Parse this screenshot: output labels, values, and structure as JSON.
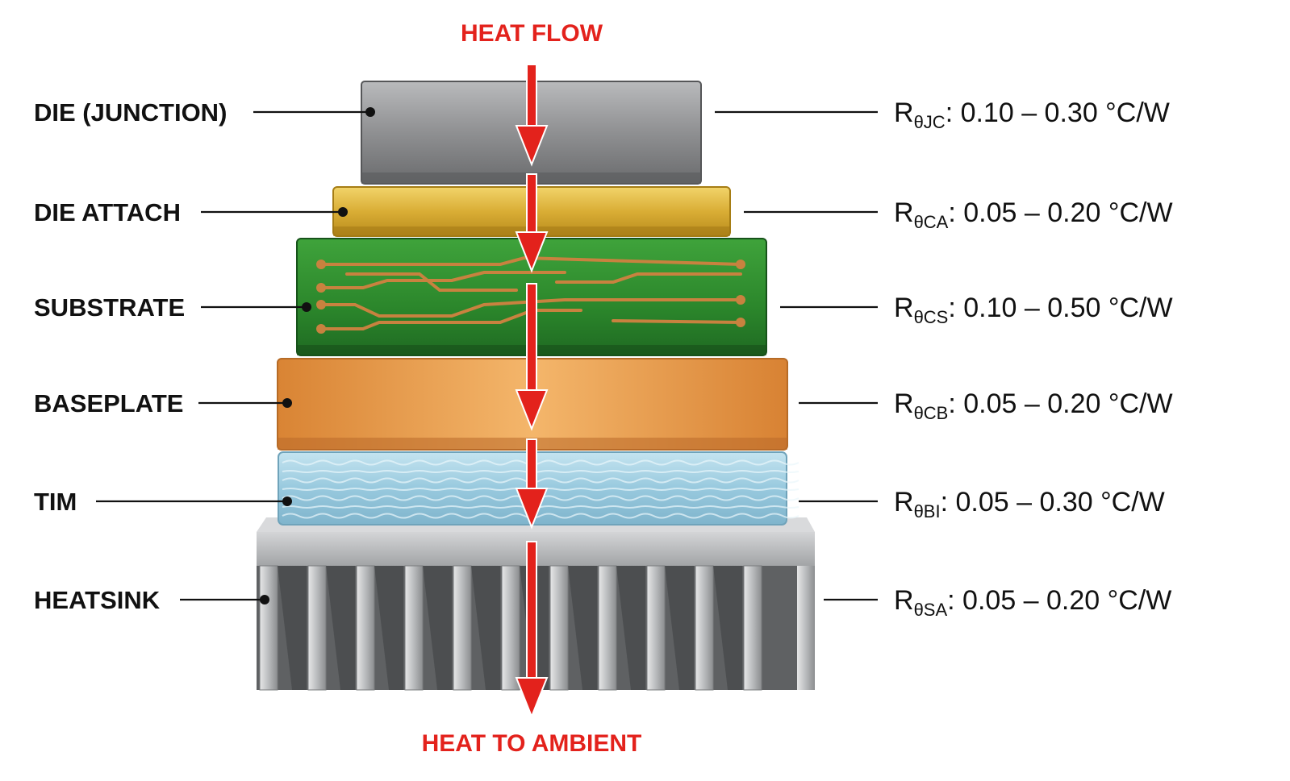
{
  "diagram": {
    "heat_flow_label": "HEAT FLOW",
    "heat_ambient_label": "HEAT TO AMBIENT",
    "colors": {
      "arrow": "#e3221c",
      "die": "#8d8e90",
      "die_attach": "#dcb13a",
      "substrate": "#2e8b2e",
      "trace": "#c8823f",
      "baseplate": "#e89a4c",
      "tim": "#a8d4e6",
      "heatsink": "#a6a8aa"
    },
    "layers": [
      {
        "label": "DIE (JUNCTION)",
        "r": "R",
        "sub": "θJC",
        "value": ": 0.10 – 0.30 °C/W"
      },
      {
        "label": "DIE ATTACH",
        "r": "R",
        "sub": "θCA",
        "value": ": 0.05 – 0.20 °C/W"
      },
      {
        "label": "SUBSTRATE",
        "r": "R",
        "sub": "θCS",
        "value": ": 0.10 – 0.50 °C/W"
      },
      {
        "label": "BASEPLATE",
        "r": "R",
        "sub": "θCB",
        "value": ": 0.05 – 0.20 °C/W"
      },
      {
        "label": "TIM",
        "r": "R",
        "sub": "θBI",
        "value": ": 0.05 – 0.30 °C/W"
      },
      {
        "label": "HEATSINK",
        "r": "R",
        "sub": "θSA",
        "value": ": 0.05 – 0.20 °C/W"
      }
    ]
  }
}
